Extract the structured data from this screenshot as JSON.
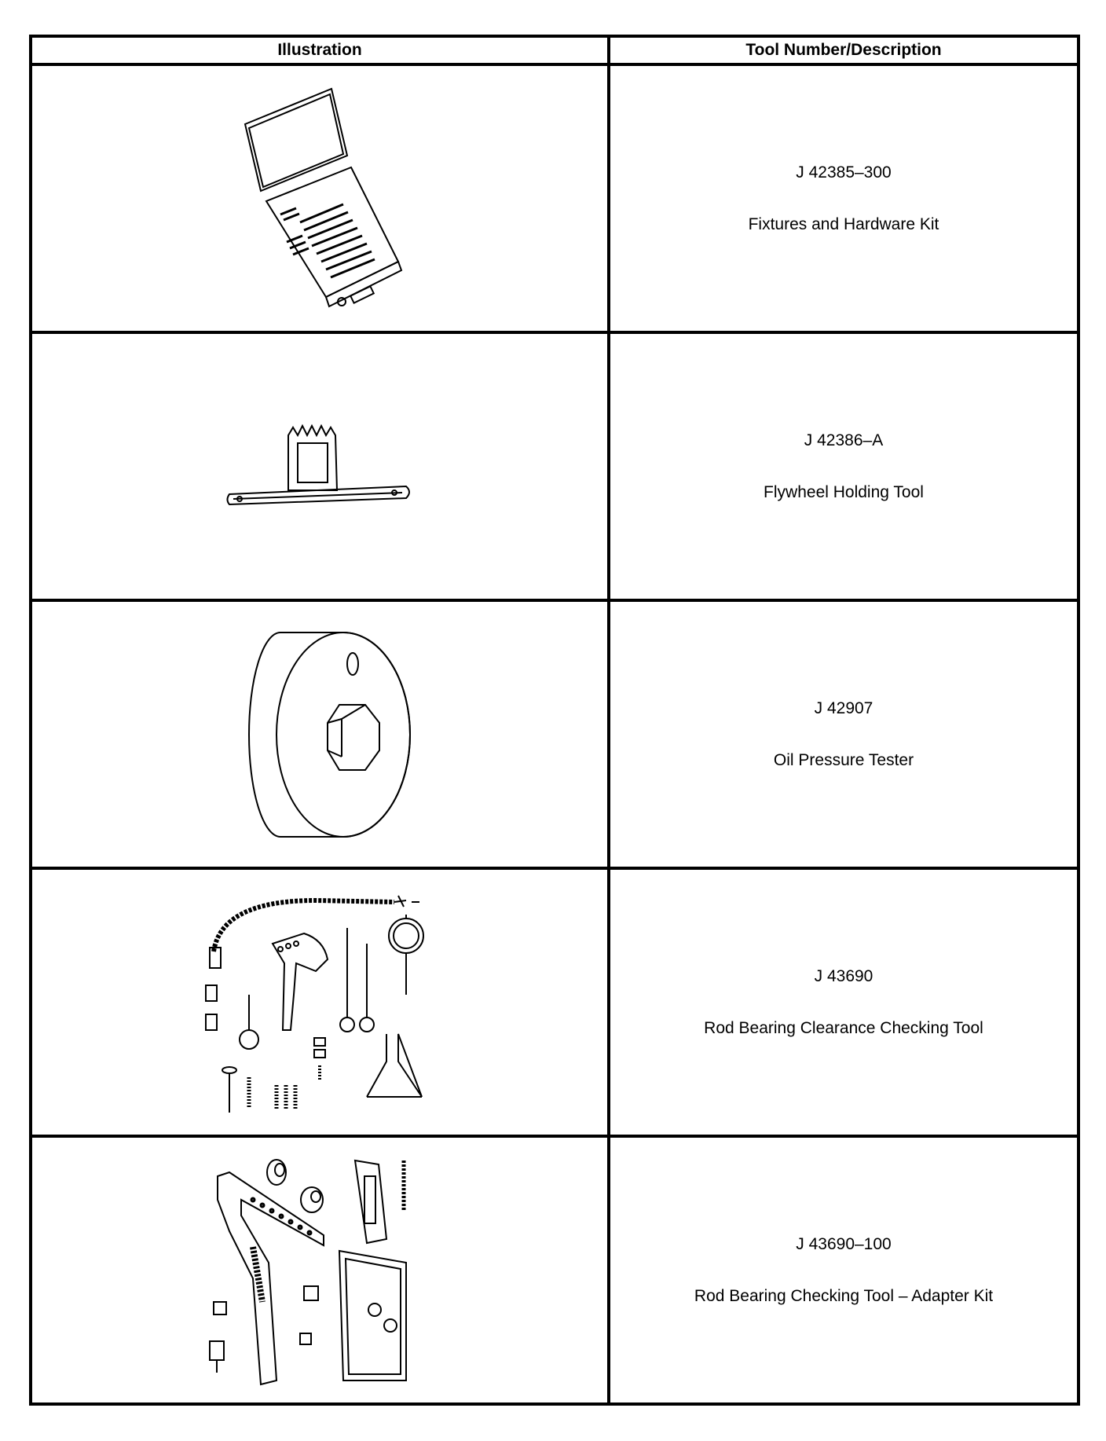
{
  "table": {
    "headers": [
      "Illustration",
      "Tool Number/Description"
    ],
    "rows": [
      {
        "tool_number": "J 42385–300",
        "description": "Fixtures and Hardware Kit",
        "icon": "hardware-kit-case-icon"
      },
      {
        "tool_number": "J 42386–A",
        "description": "Flywheel Holding Tool",
        "icon": "flywheel-holding-tool-icon"
      },
      {
        "tool_number": "J 42907",
        "description": "Oil Pressure Tester",
        "icon": "oil-pressure-tester-icon"
      },
      {
        "tool_number": "J 43690",
        "description": "Rod Bearing Clearance Checking Tool",
        "icon": "rod-bearing-checking-tool-icon"
      },
      {
        "tool_number": "J 43690–100",
        "description": "Rod Bearing Checking Tool – Adapter Kit",
        "icon": "adapter-kit-icon"
      }
    ]
  }
}
